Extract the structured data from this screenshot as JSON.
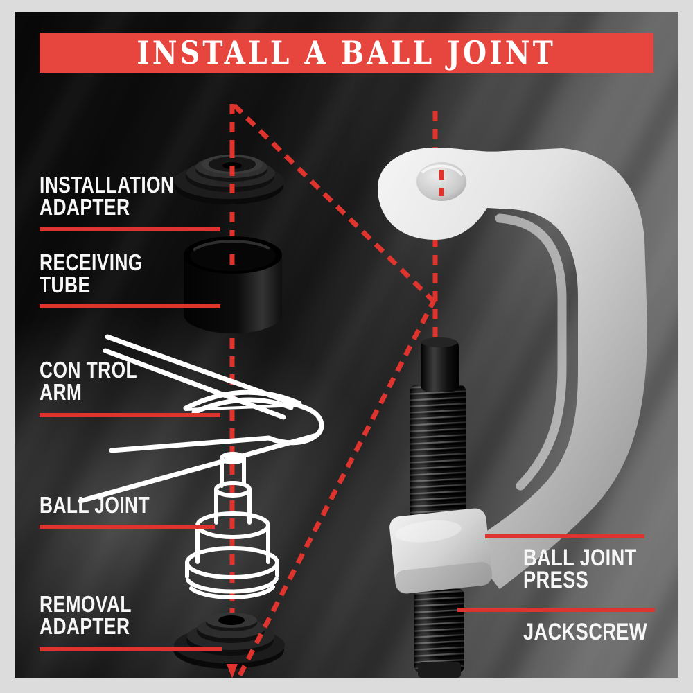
{
  "banner": {
    "title": "INSTALL A BALL JOINT"
  },
  "labels": {
    "installation_adapter": {
      "line1": "INSTALLATION",
      "line2": "ADAPTER"
    },
    "receiving_tube": {
      "line1": "RECEIVING",
      "line2": "TUBE"
    },
    "control_arm": {
      "line1": "CON TROL",
      "line2": "ARM"
    },
    "ball_joint": {
      "line1": "BALL JOINT"
    },
    "removal_adapter": {
      "line1": "REMOVAL",
      "line2": "ADAPTER"
    },
    "ball_joint_press": {
      "line1": "BALL JOINT",
      "line2": "PRESS"
    },
    "jackscrew": {
      "line1": "JACKSCREW"
    }
  },
  "colors": {
    "accent-red": "#df342e",
    "banner-red": "#e7463f",
    "label-white": "#f7f7f7",
    "panel-dark": "#0a0a0a",
    "panel-light": "#787878",
    "steel-light": "#f2f2f2",
    "steel-dark": "#8f8f8f",
    "frame-gray": "#dcdcdc",
    "part-black": "#0c0c0c"
  }
}
